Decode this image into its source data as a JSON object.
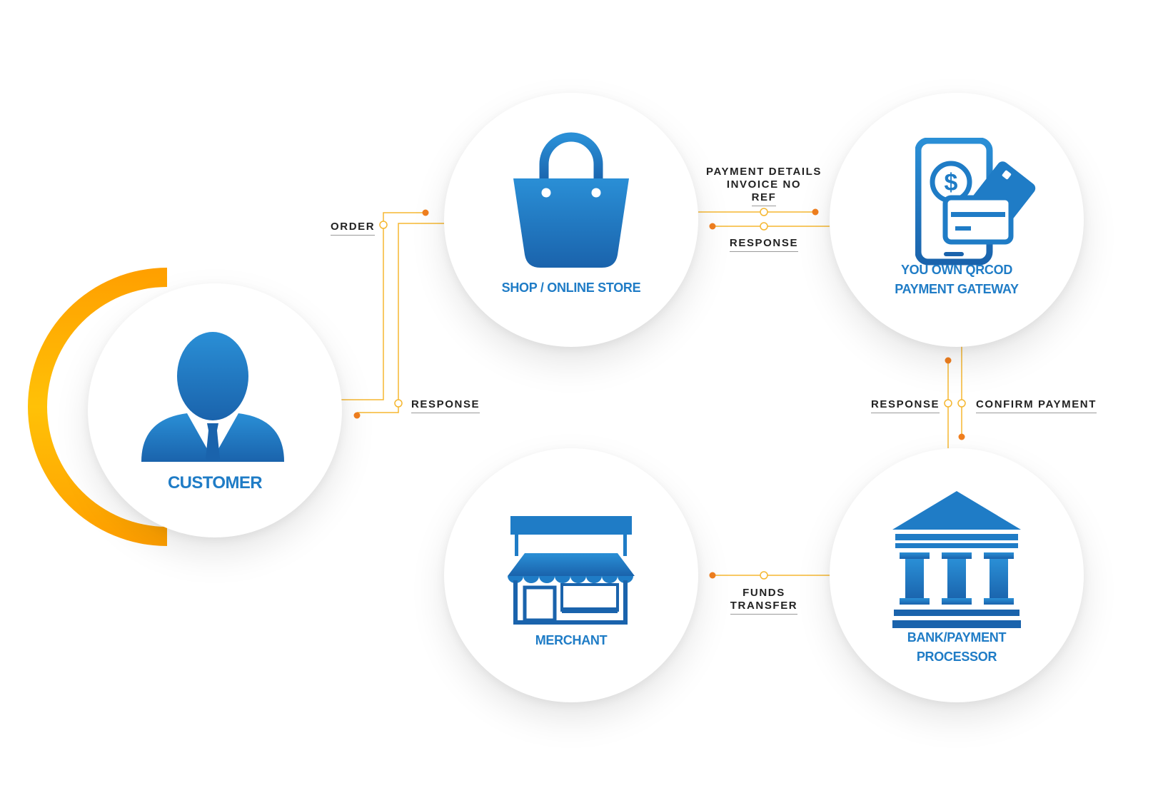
{
  "colors": {
    "accent_blue": "#1f7cc6",
    "blue_dark": "#1a63ac",
    "blue_light": "#2a8fd6",
    "ring": "#ffb000",
    "wire": "#f5b731",
    "dot": "#f07f1f",
    "label_text": "#222222"
  },
  "nodes": {
    "customer": {
      "label": "CUSTOMER",
      "icon": "person-icon"
    },
    "shop": {
      "label": "SHOP / ONLINE STORE",
      "icon": "shopping-bag-icon"
    },
    "gateway": {
      "label_line1": "YOU OWN QRCOD",
      "label_line2": "PAYMENT GATEWAY",
      "icon": "mobile-payment-icon"
    },
    "merchant": {
      "label": "MERCHANT",
      "icon": "storefront-icon"
    },
    "bank": {
      "label_line1": "BANK/PAYMENT",
      "label_line2": "PROCESSOR",
      "icon": "bank-icon"
    }
  },
  "flows": {
    "order": "ORDER",
    "customer_response": "RESPONSE",
    "payment_details": {
      "line1": "PAYMENT DETAILS",
      "line2": "INVOICE NO",
      "line3": "REF"
    },
    "shop_response": "RESPONSE",
    "gateway_response": "RESPONSE",
    "confirm_payment": "CONFIRM PAYMENT",
    "funds_transfer": {
      "line1": "FUNDS",
      "line2": "TRANSFER"
    }
  }
}
